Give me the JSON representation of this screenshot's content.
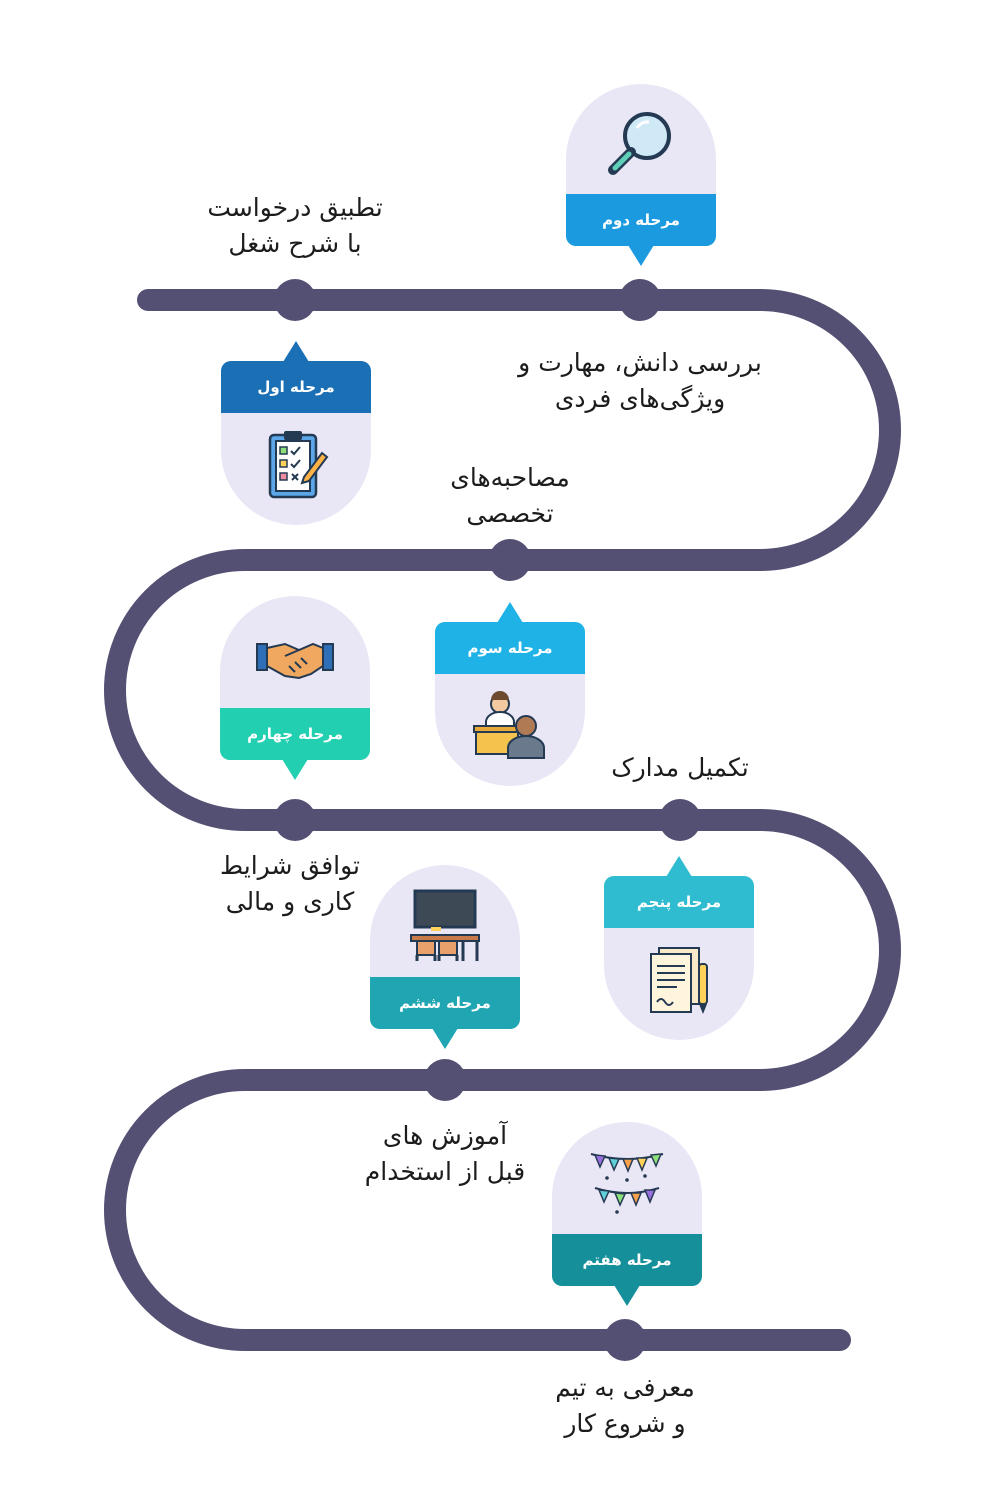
{
  "stages": [
    {
      "id": "stage-1",
      "label": "مرحله اول",
      "description_line1": "تطبیق درخواست",
      "description_line2": "با شرح شغل",
      "color": "#1b6fb5",
      "icon": "checklist-icon"
    },
    {
      "id": "stage-2",
      "label": "مرحله دوم",
      "description_line1": "بررسی دانش، مهارت و",
      "description_line2": "ویژگی‌های فردی",
      "color": "#1b9ae0",
      "icon": "magnifier-icon"
    },
    {
      "id": "stage-3",
      "label": "مرحله سوم",
      "description_line1": "مصاحبه‌های",
      "description_line2": "تخصصی",
      "color": "#1fb2e6",
      "icon": "interview-icon"
    },
    {
      "id": "stage-4",
      "label": "مرحله چهارم",
      "description_line1": "توافق شرایط",
      "description_line2": "کاری و مالی",
      "color": "#22cfb0",
      "icon": "handshake-icon"
    },
    {
      "id": "stage-5",
      "label": "مرحله پنجم",
      "description_line1": "تکمیل مدارک",
      "description_line2": "",
      "color": "#2fbcd0",
      "icon": "documents-icon"
    },
    {
      "id": "stage-6",
      "label": "مرحله ششم",
      "description_line1": "آموزش های",
      "description_line2": "قبل از استخدام",
      "color": "#1fa6b2",
      "icon": "classroom-icon"
    },
    {
      "id": "stage-7",
      "label": "مرحله هفتم",
      "description_line1": "معرفی به تیم",
      "description_line2": "و شروع کار",
      "color": "#15909b",
      "icon": "celebration-icon"
    }
  ],
  "colors": {
    "road": "#545073",
    "card_background": "#e9e6f5"
  }
}
